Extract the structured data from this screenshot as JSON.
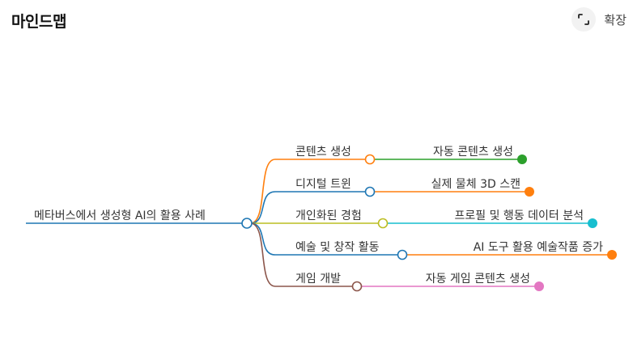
{
  "header": {
    "title": "마인드맵",
    "expand_label": "확장",
    "expand_icon": "expand-icon"
  },
  "mindmap": {
    "root": {
      "label": "메타버스에서 생성형 AI의 활용 사례",
      "color": "#1f77b4"
    },
    "branches": [
      {
        "label": "콘텐츠 생성",
        "color": "#ff7f0e",
        "child": {
          "label": "자동 콘텐츠 생성",
          "color": "#2ca02c"
        }
      },
      {
        "label": "디지털 트윈",
        "color": "#1f77b4",
        "child": {
          "label": "실제 물체 3D 스캔",
          "color": "#ff7f0e"
        }
      },
      {
        "label": "개인화된 경험",
        "color": "#bcbd22",
        "child": {
          "label": "프로필 및 행동 데이터 분석",
          "color": "#17becf"
        }
      },
      {
        "label": "예술 및 창작 활동",
        "color": "#1f77b4",
        "child": {
          "label": "AI 도구 활용 예술작품 증가",
          "color": "#ff7f0e"
        }
      },
      {
        "label": "게임 개발",
        "color": "#8c564b",
        "child": {
          "label": "자동 게임 콘텐츠 생성",
          "color": "#e377c2"
        }
      }
    ]
  }
}
